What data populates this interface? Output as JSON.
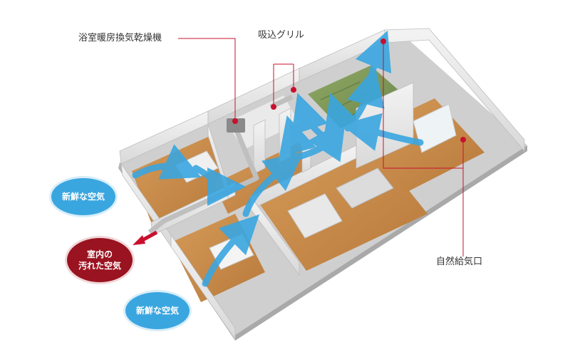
{
  "labels": {
    "bath_ventilator": "浴室暖房換気乾燥機",
    "intake_grille": "吸込グリル",
    "natural_inlet": "自然給気口"
  },
  "bubbles": {
    "fresh_air_top": "新鮮な空気",
    "fresh_air_bottom": "新鮮な空気",
    "dirty_air_line1": "室内の",
    "dirty_air_line2": "汚れた空気"
  },
  "colors": {
    "callout_red": "#c8102e",
    "air_flow_blue": "#3aa6e0",
    "fresh_bubble": "#3aa6e0",
    "dirty_bubble": "#9a1320",
    "wood_floor": "#c9904f",
    "tatami": "#7f9a5a",
    "wall": "#e9e9e9"
  },
  "icons": [
    "air-flow-arrow-icon",
    "exhaust-arrow-icon",
    "callout-dot-icon"
  ]
}
